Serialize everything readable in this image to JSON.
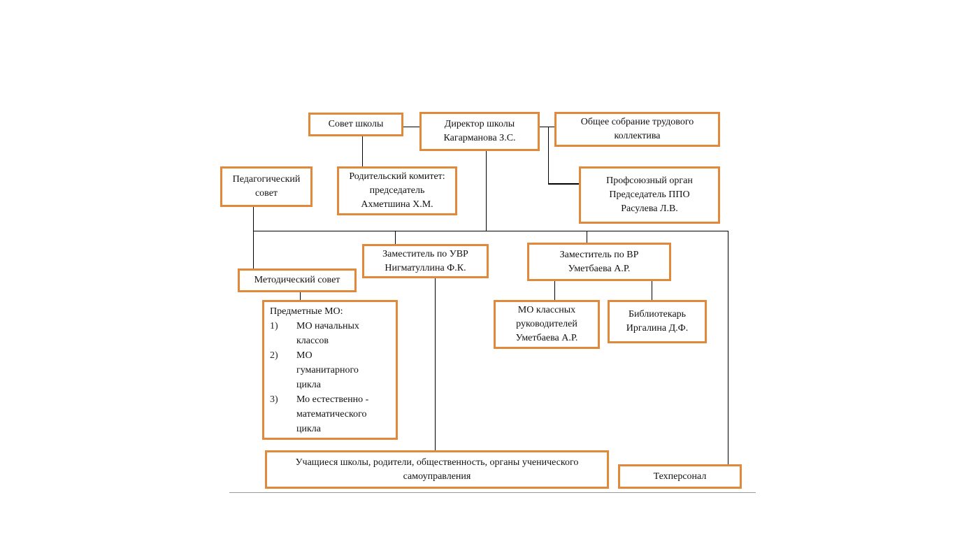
{
  "nodes": {
    "council": {
      "lines": [
        "Совет школы"
      ]
    },
    "director": {
      "lines": [
        "Директор школы",
        "Кагарманова З.С."
      ]
    },
    "general_meeting": {
      "lines": [
        "Общее собрание трудового",
        "коллектива"
      ]
    },
    "ped_council": {
      "lines": [
        "Педагогический",
        "совет"
      ]
    },
    "parents_committee": {
      "lines": [
        "Родительский комитет:",
        "председатель",
        "Ахметшина Х.М."
      ]
    },
    "union": {
      "lines": [
        "Профсоюзный орган",
        "Председатель ППО",
        "Расулева Л.В."
      ]
    },
    "deputy_uvr": {
      "lines": [
        "Заместитель по УВР",
        "Нигматуллина Ф.К."
      ]
    },
    "deputy_vr": {
      "lines": [
        "Заместитель по ВР",
        "Уметбаева А.Р."
      ]
    },
    "method_council": {
      "lines": [
        "Методический совет"
      ]
    },
    "subject_mo": {
      "title": "Предметные МО:",
      "items": [
        {
          "num": "1)",
          "lines": [
            "МО начальных",
            "классов"
          ]
        },
        {
          "num": "2)",
          "lines": [
            "МО",
            "гуманитарного",
            "цикла"
          ]
        },
        {
          "num": "3)",
          "lines": [
            "Мо естественно -",
            "математического",
            "цикла"
          ]
        }
      ]
    },
    "mo_class": {
      "lines": [
        "МО классных",
        "руководителей",
        "Уметбаева А.Р."
      ]
    },
    "librarian": {
      "lines": [
        "Библиотекарь",
        "Иргалина Д.Ф."
      ]
    },
    "students": {
      "lines": [
        "Учащиеся школы, родители, общественность, органы ученического",
        "самоуправления"
      ]
    },
    "tech_staff": {
      "lines": [
        "Техперсонал"
      ]
    }
  },
  "colors": {
    "box_border": "#e0893a",
    "connector": "#000000"
  }
}
